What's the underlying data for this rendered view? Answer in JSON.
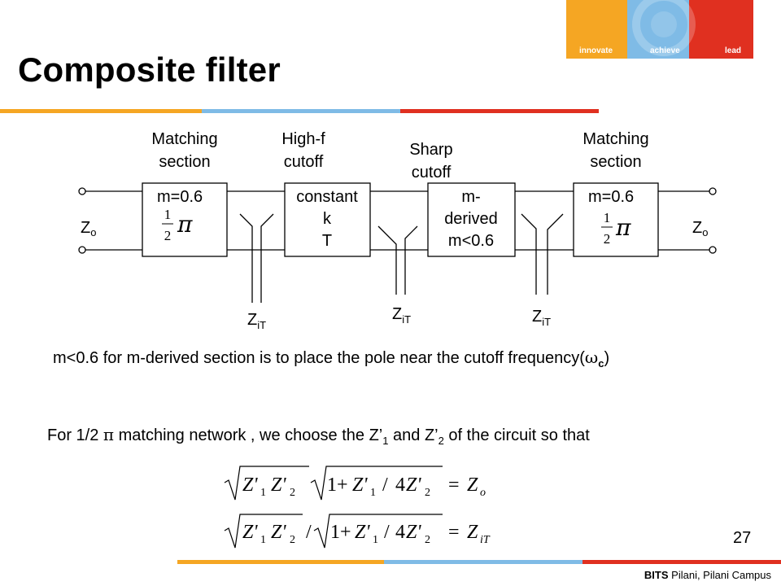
{
  "colors": {
    "orange": "#F5A623",
    "blue": "#7FBBE6",
    "red": "#E03020"
  },
  "logo": {
    "word1": "innovate",
    "word2": "achieve",
    "word3": "lead"
  },
  "title": "Composite filter",
  "diagram": {
    "headers": {
      "h1": [
        "Matching",
        "section"
      ],
      "h2": [
        "High-f",
        "cutoff"
      ],
      "h3": [
        "Sharp",
        "cutoff"
      ],
      "h4": [
        "Matching",
        "section"
      ]
    },
    "box1": {
      "m": "m=0.6"
    },
    "box2": {
      "l1": "constant",
      "l2": "k",
      "l3": "T"
    },
    "box3": {
      "l1": "m-",
      "l2": "derived",
      "l3": "m<0.6"
    },
    "box4": {
      "m": "m=0.6"
    },
    "frac": {
      "num": "1",
      "den": "2",
      "pi": "π"
    },
    "z_left": {
      "main": "Z",
      "sub": "o"
    },
    "z_right": {
      "main": "Z",
      "sub": "o"
    },
    "zit": {
      "main": "Z",
      "sub": "iT"
    }
  },
  "text": {
    "para1_a": "m<0.6 for m-derived section is to place the pole near the cutoff frequency(",
    "omega": "ω",
    "omega_sub": "c",
    "para1_b": ")",
    "para2_a": "For 1/2 ",
    "para2_pi": "π",
    "para2_b": " matching network , we choose the Z’",
    "para2_s1": "1",
    "para2_c": " and Z’",
    "para2_s2": "2",
    "para2_d": " of the circuit so that"
  },
  "equations": {
    "eq1": {
      "a": "Z'",
      "s1": "1",
      "b": "Z'",
      "s2": "2",
      "one": "1",
      "plus": "+",
      "c": "Z'",
      "s3": "1",
      "slash": "/",
      "four": "4",
      "d": "Z'",
      "s4": "2",
      "eq": "=",
      "rhs": "Z",
      "rhs_sub": "o"
    },
    "eq2": {
      "a": "Z'",
      "s1": "1",
      "b": "Z'",
      "s2": "2",
      "div": "/",
      "one": "1",
      "plus": "+",
      "c": "Z'",
      "s3": "1",
      "slash": "/",
      "four": "4",
      "d": "Z'",
      "s4": "2",
      "eq": "=",
      "rhs": "Z",
      "rhs_sub": "iT"
    }
  },
  "page_number": "27",
  "footer": {
    "bold": "BITS",
    "rest": " Pilani, Pilani Campus"
  }
}
